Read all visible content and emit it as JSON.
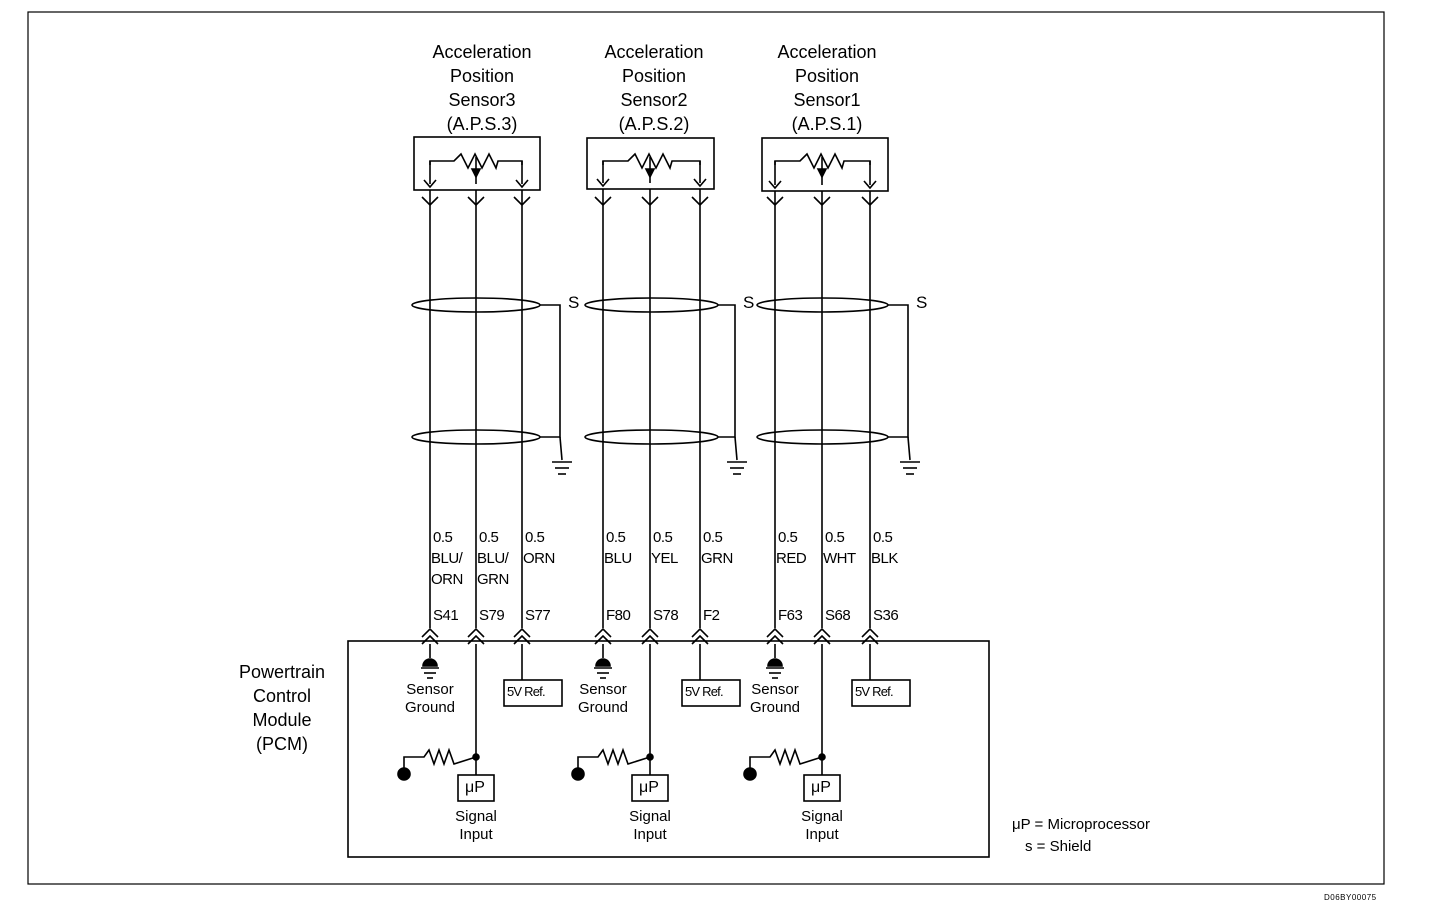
{
  "sensors": [
    {
      "title": [
        "Acceleration",
        "Position",
        "Sensor3",
        "(A.P.S.3)"
      ],
      "wires": [
        {
          "size": "0.5",
          "color": [
            "BLU/",
            "ORN"
          ],
          "pin": "S41"
        },
        {
          "size": "0.5",
          "color": [
            "BLU/",
            "GRN"
          ],
          "pin": "S79"
        },
        {
          "size": "0.5",
          "color": [
            "ORN"
          ],
          "pin": "S77"
        }
      ],
      "shield_label": "S",
      "ground_label": [
        "Sensor",
        "Ground"
      ],
      "ref_label": "5V Ref.",
      "up_label": "μP",
      "signal_label": [
        "Signal",
        "Input"
      ]
    },
    {
      "title": [
        "Acceleration",
        "Position",
        "Sensor2",
        "(A.P.S.2)"
      ],
      "wires": [
        {
          "size": "0.5",
          "color": [
            "BLU"
          ],
          "pin": "F80"
        },
        {
          "size": "0.5",
          "color": [
            "YEL"
          ],
          "pin": "S78"
        },
        {
          "size": "0.5",
          "color": [
            "GRN"
          ],
          "pin": "F2"
        }
      ],
      "shield_label": "S",
      "ground_label": [
        "Sensor",
        "Ground"
      ],
      "ref_label": "5V Ref.",
      "up_label": "μP",
      "signal_label": [
        "Signal",
        "Input"
      ]
    },
    {
      "title": [
        "Acceleration",
        "Position",
        "Sensor1",
        "(A.P.S.1)"
      ],
      "wires": [
        {
          "size": "0.5",
          "color": [
            "RED"
          ],
          "pin": "F63"
        },
        {
          "size": "0.5",
          "color": [
            "WHT"
          ],
          "pin": "S68"
        },
        {
          "size": "0.5",
          "color": [
            "BLK"
          ],
          "pin": "S36"
        }
      ],
      "shield_label": "S",
      "ground_label": [
        "Sensor",
        "Ground"
      ],
      "ref_label": "5V Ref.",
      "up_label": "μP",
      "signal_label": [
        "Signal",
        "Input"
      ]
    }
  ],
  "pcm_label": [
    "Powertrain",
    "Control",
    "Module",
    "(PCM)"
  ],
  "legend": [
    "μP = Microprocessor",
    "s = Shield"
  ],
  "figure_id": "D06BY00075"
}
